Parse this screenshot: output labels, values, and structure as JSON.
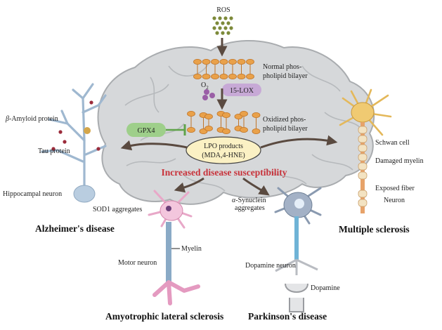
{
  "title": "Increased disease susceptibility",
  "ros": "ROS",
  "normal_bilayer_line1": "Normal phos-",
  "normal_bilayer_line2": "pholipid bilayer",
  "o2_label": "O",
  "o2_sub": "2",
  "lox": "15-LOX",
  "gpx4": "GPX4",
  "oxidized_bilayer_line1": "Oxidized phos-",
  "oxidized_bilayer_line2": "pholipid bilayer",
  "lpo_line1": "LPO products",
  "lpo_line2": "(MDA,4-HNE)",
  "alzheimers": {
    "beta_amyloid_prefix": "β",
    "beta_amyloid_rest": "-Amyloid protein",
    "tau": "Tau protein",
    "hippocampal": "Hippocampal neuron",
    "disease": "Alzheimer's disease"
  },
  "als": {
    "sod1": "SOD1 aggregates",
    "myelin": "Myelin",
    "motor": "Motor neuron",
    "disease": "Amyotrophic lateral sclerosis"
  },
  "parkinsons": {
    "synuclein_prefix": "α",
    "synuclein_line1_rest": "-Synuclein",
    "synuclein_line2": "aggregates",
    "dopamine_neuron": "Dopamine neuron",
    "dopamine": "Dopamine",
    "disease": "Parkinson's disease"
  },
  "ms": {
    "schwan": "Schwan cell",
    "damaged_myelin": "Damaged myelin",
    "exposed_fiber": "Exposed fiber",
    "neuron": "Neuron",
    "disease": "Multiple sclerosis"
  },
  "colors": {
    "brain_fill": "#d6d8da",
    "brain_stroke": "#a9acaf",
    "arrow": "#5a4a40",
    "bead": "#e9a14a",
    "bead_stroke": "#c07428",
    "gpx4_fill": "#9ecf8a",
    "lox_fill": "#c7a9d6",
    "lpo_fill": "#fbf1c4",
    "red_title": "#c8323a",
    "ros_dot": "#7d8a3a"
  }
}
